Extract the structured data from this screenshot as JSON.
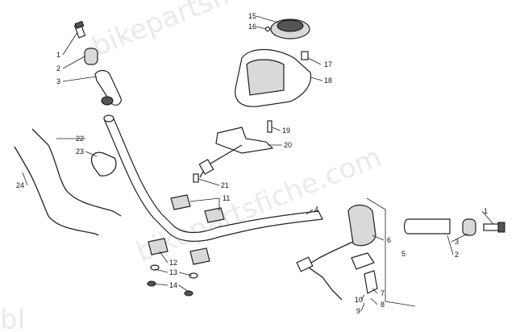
{
  "watermark": {
    "text_upper": "bikepartsfiche.com",
    "text_lower": "bikepartsfiche.com",
    "text_bottom_left": "bl"
  },
  "callouts": [
    "1",
    "2",
    "3",
    "4",
    "5",
    "6",
    "7",
    "8",
    "9",
    "10",
    "11",
    "12",
    "13",
    "14",
    "15",
    "16",
    "17",
    "18",
    "19",
    "20",
    "21",
    "22",
    "23",
    "24"
  ],
  "right_callouts": [
    "1",
    "2",
    "3"
  ],
  "colors": {
    "line": "#222222",
    "watermark": "#d9d9d9",
    "background": "#ffffff"
  }
}
